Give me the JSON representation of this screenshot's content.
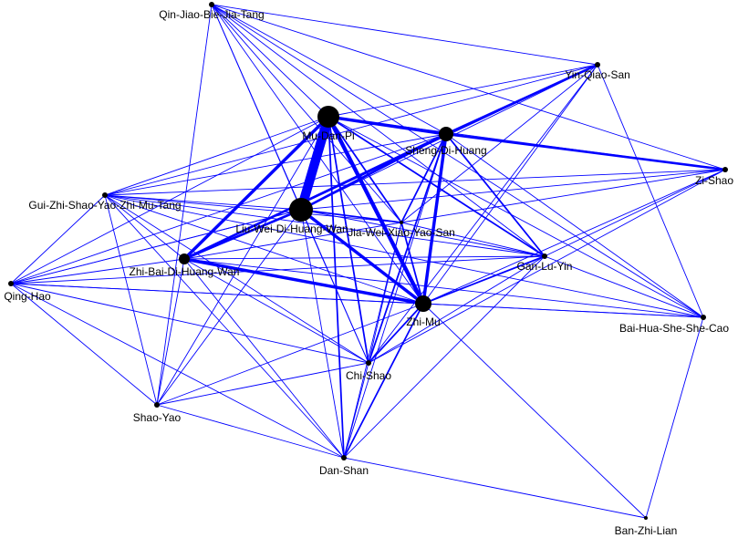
{
  "diagram": {
    "edge_color": "#0000ff",
    "node_color": "#000000",
    "nodes": [
      {
        "id": "qjbj",
        "label": "Qin-Jiao-Bie-Jia-Tang"
      },
      {
        "id": "yqs",
        "label": "Yin-Qiao-San"
      },
      {
        "id": "mdp",
        "label": "Mu-Dan-Pi"
      },
      {
        "id": "sdh",
        "label": "Sheng-Di-Huang"
      },
      {
        "id": "zs",
        "label": "Zi-Shao"
      },
      {
        "id": "gzsy",
        "label": "Gui-Zhi-Shao-Yao-Zhi-Mu-Tang"
      },
      {
        "id": "lwdh",
        "label": "Liu-Wei-Di-Huang-Wan"
      },
      {
        "id": "jwxy",
        "label": "Jia-Wei-Xiao-Yao-San"
      },
      {
        "id": "gly",
        "label": "Gan-Lu-Yin"
      },
      {
        "id": "zbdh",
        "label": "Zhi-Bai-Di-Huang-Wan"
      },
      {
        "id": "qh",
        "label": "Qing-Hao"
      },
      {
        "id": "zm",
        "label": "Zhi-Mu"
      },
      {
        "id": "bhss",
        "label": "Bai-Hua-She-She-Cao"
      },
      {
        "id": "cs",
        "label": "Chi-Shao"
      },
      {
        "id": "sy",
        "label": "Shao-Yao"
      },
      {
        "id": "ds",
        "label": "Dan-Shan"
      },
      {
        "id": "bzl",
        "label": "Ban-Zhi-Lian"
      }
    ],
    "edges": [
      [
        "mdp",
        "lwdh",
        12
      ],
      [
        "mdp",
        "sdh",
        4
      ],
      [
        "mdp",
        "zm",
        5
      ],
      [
        "mdp",
        "zbdh",
        4
      ],
      [
        "mdp",
        "jwxy",
        2
      ],
      [
        "mdp",
        "gly",
        2
      ],
      [
        "mdp",
        "cs",
        2
      ],
      [
        "mdp",
        "ds",
        2
      ],
      [
        "mdp",
        "gzsy",
        1
      ],
      [
        "mdp",
        "qjbj",
        1
      ],
      [
        "mdp",
        "yqs",
        1
      ],
      [
        "mdp",
        "zs",
        1
      ],
      [
        "mdp",
        "bhss",
        1
      ],
      [
        "mdp",
        "sy",
        1
      ],
      [
        "mdp",
        "qh",
        1
      ],
      [
        "sdh",
        "zm",
        4
      ],
      [
        "sdh",
        "lwdh",
        3
      ],
      [
        "sdh",
        "zbdh",
        3
      ],
      [
        "sdh",
        "yqs",
        3
      ],
      [
        "sdh",
        "zs",
        3
      ],
      [
        "sdh",
        "jwxy",
        2
      ],
      [
        "sdh",
        "gly",
        2
      ],
      [
        "sdh",
        "cs",
        2
      ],
      [
        "sdh",
        "ds",
        1
      ],
      [
        "sdh",
        "gzsy",
        1
      ],
      [
        "sdh",
        "qjbj",
        1
      ],
      [
        "sdh",
        "bhss",
        1
      ],
      [
        "sdh",
        "qh",
        1
      ],
      [
        "zm",
        "lwdh",
        4
      ],
      [
        "zm",
        "zbdh",
        4
      ],
      [
        "zm",
        "jwxy",
        2
      ],
      [
        "zm",
        "gly",
        2
      ],
      [
        "zm",
        "cs",
        2
      ],
      [
        "zm",
        "ds",
        2
      ],
      [
        "zm",
        "qh",
        1
      ],
      [
        "zm",
        "sy",
        1
      ],
      [
        "zm",
        "bhss",
        1
      ],
      [
        "zm",
        "bzl",
        1
      ],
      [
        "zm",
        "gzsy",
        1
      ],
      [
        "zm",
        "qjbj",
        1
      ],
      [
        "zm",
        "zs",
        1
      ],
      [
        "zm",
        "yqs",
        1
      ],
      [
        "lwdh",
        "zbdh",
        3
      ],
      [
        "lwdh",
        "jwxy",
        2
      ],
      [
        "lwdh",
        "gly",
        1
      ],
      [
        "lwdh",
        "cs",
        1
      ],
      [
        "lwdh",
        "ds",
        1
      ],
      [
        "lwdh",
        "qjbj",
        1
      ],
      [
        "lwdh",
        "gzsy",
        1
      ],
      [
        "lwdh",
        "qh",
        1
      ],
      [
        "lwdh",
        "sy",
        1
      ],
      [
        "lwdh",
        "zs",
        1
      ],
      [
        "lwdh",
        "yqs",
        1
      ],
      [
        "zbdh",
        "jwxy",
        1
      ],
      [
        "zbdh",
        "gly",
        1
      ],
      [
        "zbdh",
        "cs",
        1
      ],
      [
        "zbdh",
        "ds",
        1
      ],
      [
        "zbdh",
        "qh",
        1
      ],
      [
        "zbdh",
        "sy",
        1
      ],
      [
        "zbdh",
        "gzsy",
        1
      ],
      [
        "zbdh",
        "bhss",
        1
      ],
      [
        "jwxy",
        "gly",
        1
      ],
      [
        "jwxy",
        "cs",
        1
      ],
      [
        "jwxy",
        "ds",
        1
      ],
      [
        "jwxy",
        "gzsy",
        1
      ],
      [
        "jwxy",
        "qjbj",
        1
      ],
      [
        "jwxy",
        "yqs",
        1
      ],
      [
        "jwxy",
        "zs",
        1
      ],
      [
        "gly",
        "cs",
        1
      ],
      [
        "gly",
        "ds",
        1
      ],
      [
        "gly",
        "gzsy",
        1
      ],
      [
        "gly",
        "qjbj",
        1
      ],
      [
        "gly",
        "bhss",
        1
      ],
      [
        "gly",
        "zs",
        1
      ],
      [
        "gly",
        "qh",
        1
      ],
      [
        "cs",
        "ds",
        1
      ],
      [
        "cs",
        "gzsy",
        1
      ],
      [
        "cs",
        "qh",
        1
      ],
      [
        "cs",
        "sy",
        1
      ],
      [
        "cs",
        "qjbj",
        1
      ],
      [
        "cs",
        "yqs",
        1
      ],
      [
        "cs",
        "zs",
        1
      ],
      [
        "qh",
        "ds",
        1
      ],
      [
        "qh",
        "sy",
        1
      ],
      [
        "qh",
        "gzsy",
        1
      ],
      [
        "qh",
        "bhss",
        1
      ],
      [
        "qh",
        "lwdh",
        1
      ],
      [
        "sy",
        "ds",
        1
      ],
      [
        "sy",
        "gzsy",
        1
      ],
      [
        "ds",
        "bzl",
        1
      ],
      [
        "ds",
        "gzsy",
        1
      ],
      [
        "bhss",
        "bzl",
        1
      ],
      [
        "bhss",
        "qjbj",
        1
      ],
      [
        "bhss",
        "yqs",
        1
      ],
      [
        "bhss",
        "gzsy",
        1
      ],
      [
        "qjbj",
        "yqs",
        1
      ],
      [
        "qjbj",
        "zs",
        1
      ],
      [
        "qjbj",
        "sy",
        1
      ],
      [
        "gzsy",
        "zs",
        1
      ],
      [
        "gzsy",
        "yqs",
        1
      ],
      [
        "yqs",
        "zbdh",
        1
      ]
    ]
  }
}
